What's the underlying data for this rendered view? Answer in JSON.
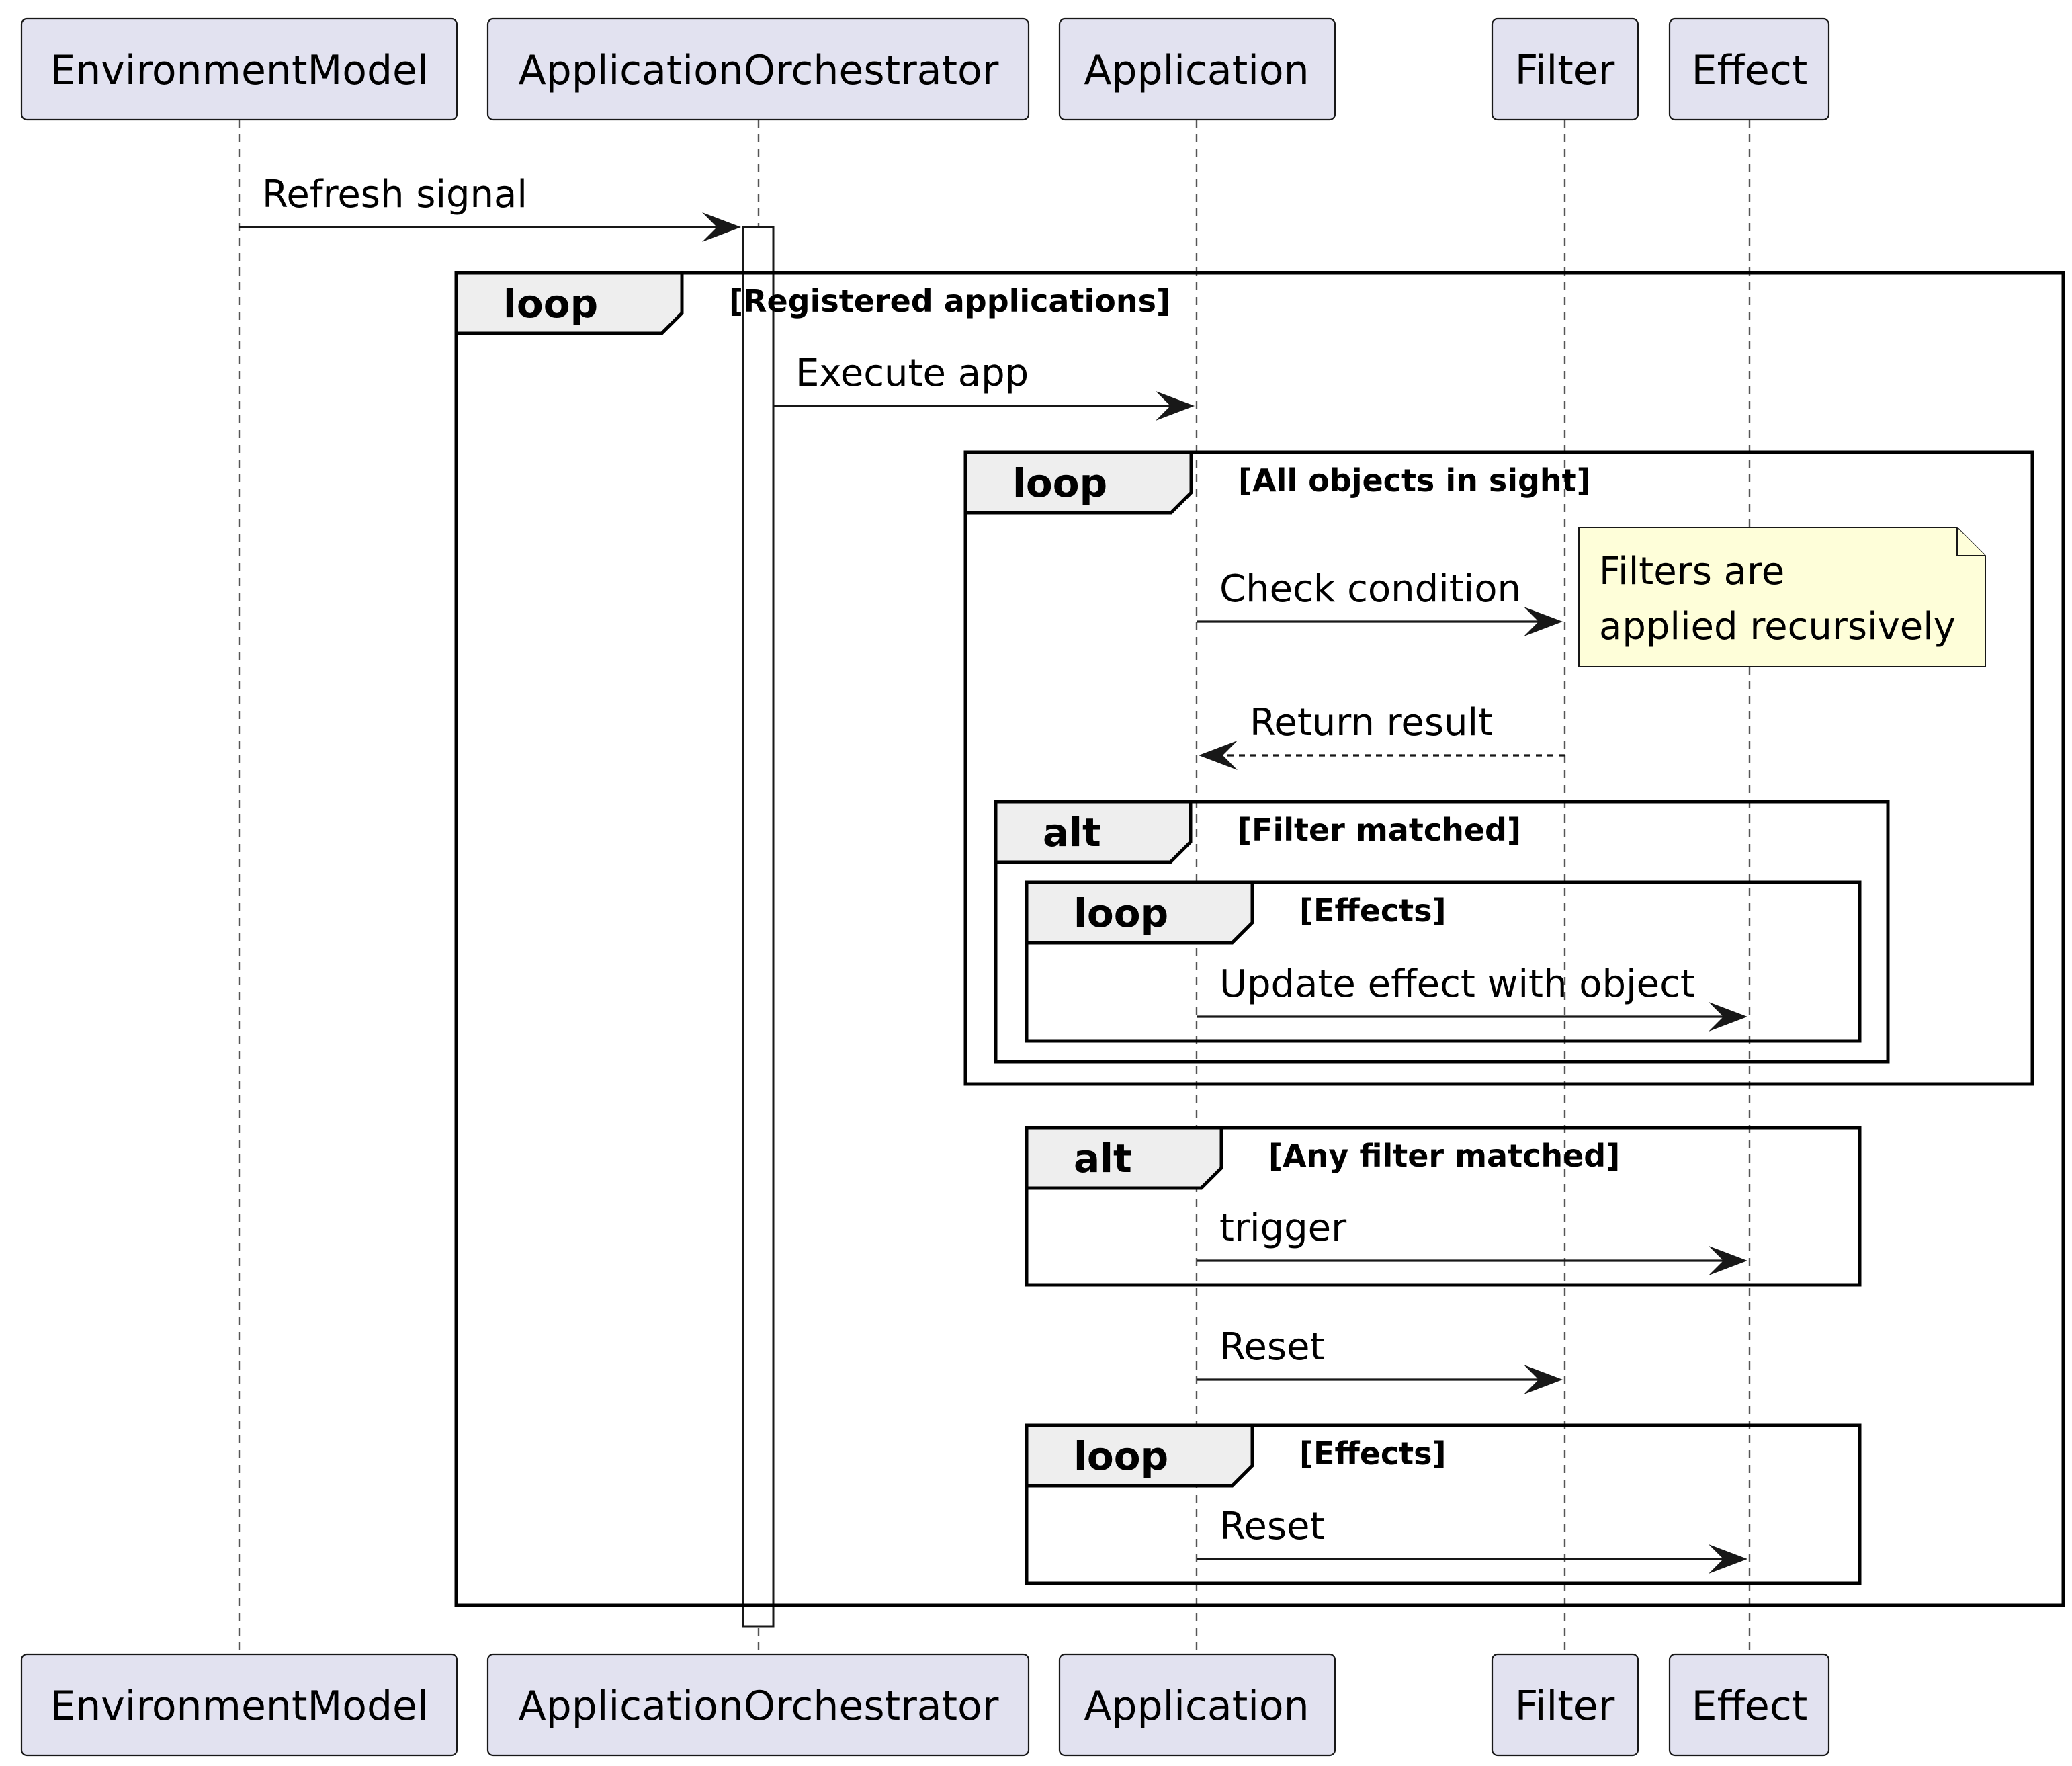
{
  "diagram": {
    "type": "sequence",
    "participants": [
      {
        "id": "env",
        "label": "EnvironmentModel"
      },
      {
        "id": "orch",
        "label": "ApplicationOrchestrator"
      },
      {
        "id": "app",
        "label": "Application"
      },
      {
        "id": "filter",
        "label": "Filter"
      },
      {
        "id": "effect",
        "label": "Effect"
      }
    ],
    "messages": [
      {
        "id": "m1",
        "from": "env",
        "to": "orch",
        "label": "Refresh signal",
        "style": "solid"
      },
      {
        "id": "m2",
        "from": "orch",
        "to": "app",
        "label": "Execute app",
        "style": "solid"
      },
      {
        "id": "m3",
        "from": "app",
        "to": "filter",
        "label": "Check condition",
        "style": "solid"
      },
      {
        "id": "m4",
        "from": "filter",
        "to": "app",
        "label": "Return result",
        "style": "dashed"
      },
      {
        "id": "m5",
        "from": "app",
        "to": "effect",
        "label": "Update effect with object",
        "style": "solid"
      },
      {
        "id": "m6",
        "from": "app",
        "to": "effect",
        "label": "trigger",
        "style": "solid"
      },
      {
        "id": "m7",
        "from": "app",
        "to": "filter",
        "label": "Reset",
        "style": "solid"
      },
      {
        "id": "m8",
        "from": "app",
        "to": "effect",
        "label": "Reset",
        "style": "solid"
      }
    ],
    "fragments": [
      {
        "id": "f1",
        "keyword": "loop",
        "guard": "[Registered applications]"
      },
      {
        "id": "f2",
        "keyword": "loop",
        "guard": "[All objects in sight]"
      },
      {
        "id": "f3",
        "keyword": "alt",
        "guard": "[Filter matched]"
      },
      {
        "id": "f4",
        "keyword": "loop",
        "guard": "[Effects]"
      },
      {
        "id": "f5",
        "keyword": "alt",
        "guard": "[Any filter matched]"
      },
      {
        "id": "f6",
        "keyword": "loop",
        "guard": "[Effects]"
      }
    ],
    "notes": [
      {
        "id": "n1",
        "lines": [
          "Filters are",
          "applied recursively"
        ]
      }
    ]
  },
  "colors": {
    "participant_fill": "#e2e2f0",
    "fragment_tab_fill": "#eeeeee",
    "note_fill": "#fefed9",
    "line": "#181818"
  }
}
